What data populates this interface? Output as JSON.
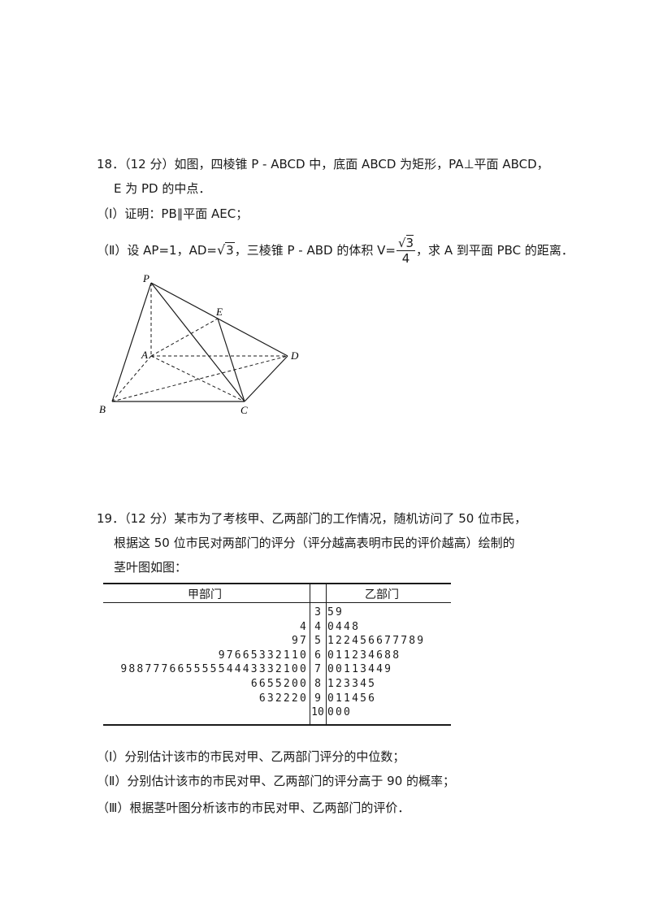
{
  "q18": {
    "line1": "18．（12 分）如图，四棱锥 P - ABCD 中，底面 ABCD 为矩形，PA⊥平面 ABCD，",
    "line2": "E 为 PD 的中点．",
    "part1": "（Ⅰ）证明：PB∥平面 AEC；",
    "part2_a": "（Ⅱ）设 AP=1，AD=",
    "sqrt_ad": "3",
    "part2_b": "，三棱锥 P - ABD 的体积 V=",
    "frac_num": "3",
    "frac_den": "4",
    "part2_c": "，求 A 到平面 PBC 的距离．",
    "labels": {
      "P": "P",
      "E": "E",
      "A": "A",
      "D": "D",
      "B": "B",
      "C": "C"
    }
  },
  "q19": {
    "line1": "19．（12 分）某市为了考核甲、乙两部门的工作情况，随机访问了 50 位市民，",
    "line2": "根据这 50 位市民对两部门的评分（评分越高表明市民的评价越高）绘制的",
    "line3": "茎叶图如图：",
    "table": {
      "left_header": "甲部门",
      "right_header": "乙部门",
      "rows": [
        {
          "left": "",
          "stem": "3",
          "right": "59"
        },
        {
          "left": "4",
          "stem": "4",
          "right": "0448"
        },
        {
          "left": "97",
          "stem": "5",
          "right": "122456677789"
        },
        {
          "left": "97665332110",
          "stem": "6",
          "right": "011234688"
        },
        {
          "left": "98877766555554443332100",
          "stem": "7",
          "right": "00113449"
        },
        {
          "left": "6655200",
          "stem": "8",
          "right": "123345"
        },
        {
          "left": "632220",
          "stem": "9",
          "right": "011456"
        },
        {
          "left": "",
          "stem": "10",
          "right": "000"
        }
      ]
    },
    "part1": "（Ⅰ）分别估计该市的市民对甲、乙两部门评分的中位数；",
    "part2": "（Ⅱ）分别估计该市的市民对甲、乙两部门的评分高于 90 的概率；",
    "part3": "（Ⅲ）根据茎叶图分析该市的市民对甲、乙两部门的评价．"
  }
}
